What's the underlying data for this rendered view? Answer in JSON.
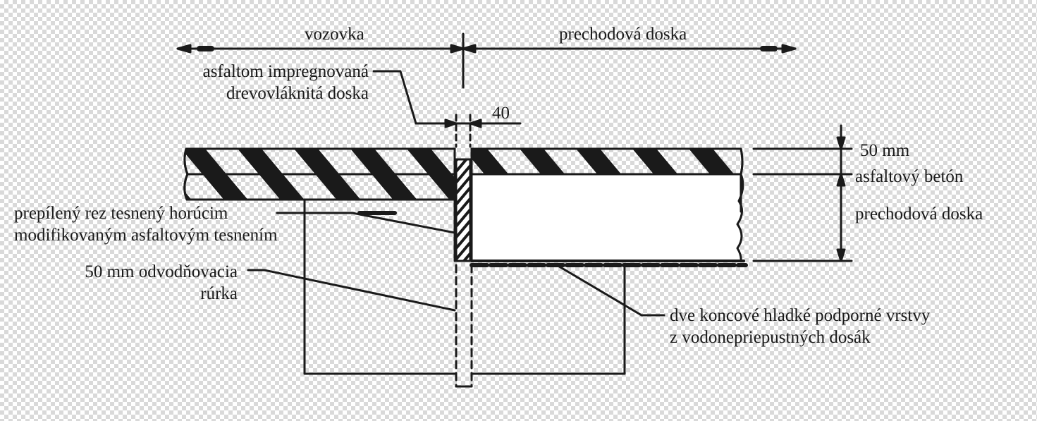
{
  "dimensions": {
    "roadway": "vozovka",
    "transition_slab": "prechodová doska",
    "gap_width": "40"
  },
  "labels": {
    "fiberboard": [
      "asfaltom impregnovaná",
      "drevovláknitá doska"
    ],
    "sawcut_seal": [
      "prepílený rez tesnený horúcim",
      "modifikovaným asfaltovým tesnením"
    ],
    "drain_pipe": [
      "50 mm odvodňovacia",
      "rúrka"
    ],
    "surface_thickness": "50 mm",
    "asphalt_concrete": "asfaltový betón",
    "transition_slab": "prechodová doska",
    "support_layers": [
      "dve koncové hladké podporné vrstvy",
      "z vodonepriepustných dosák"
    ]
  },
  "colors": {
    "ink": "#1a1a1a",
    "background": "#ffffff",
    "checker": "#d9d9d9"
  }
}
